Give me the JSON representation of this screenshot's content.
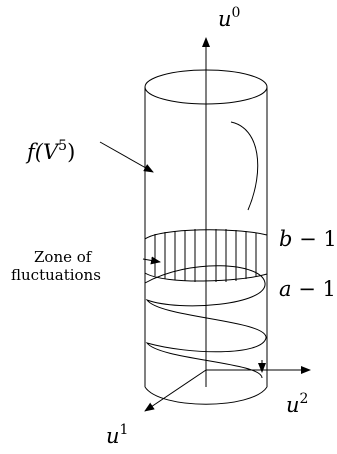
{
  "labels": {
    "axis_u0_base": "u",
    "axis_u0_sup": "0",
    "axis_u1_base": "u",
    "axis_u1_sup": "1",
    "axis_u2_base": "u",
    "axis_u2_sup": "2",
    "function_prefix": "f(",
    "function_var": "V",
    "function_sup": "5",
    "function_suffix": ")",
    "level_b_var": "b",
    "level_b_rest": " − 1",
    "level_a_var": "a",
    "level_a_rest": " − 1",
    "zone_line1": "Zone of",
    "zone_line2": "fluctuations"
  }
}
